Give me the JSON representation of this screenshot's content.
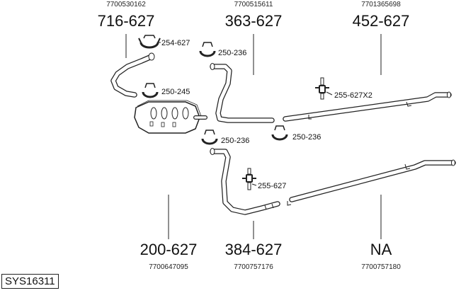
{
  "system_id": "SYS16311",
  "parts": [
    {
      "name": "716-627",
      "oem": "7700530162"
    },
    {
      "name": "363-627",
      "oem": "7700515611"
    },
    {
      "name": "452-627",
      "oem": "7701365698"
    },
    {
      "name": "200-627",
      "oem": "7700647095"
    },
    {
      "name": "384-627",
      "oem": "7700757176"
    },
    {
      "name": "NA",
      "oem": "7700757180"
    }
  ],
  "clamps": [
    {
      "label": "254-627"
    },
    {
      "label": "250-236"
    },
    {
      "label": "250-245"
    },
    {
      "label": "255-627X2"
    },
    {
      "label": "250-236"
    },
    {
      "label": "250-236"
    },
    {
      "label": "255-627"
    }
  ]
}
